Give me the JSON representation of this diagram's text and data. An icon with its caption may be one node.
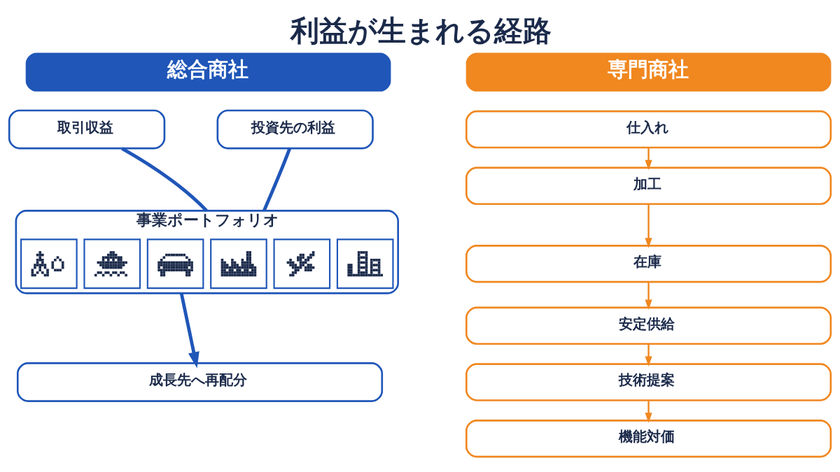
{
  "diagram": {
    "title": "利益が生まれる経路",
    "nodes": [
      {
        "text": [
          "総合商社"
        ]
      },
      {
        "text": [
          "取引収益"
        ]
      },
      {
        "text": [
          "投資先の利益"
        ]
      },
      {
        "text": [
          "事業ポートフォリオ"
        ]
      },
      {
        "text": [],
        "shape": "picture",
        "in": 3
      },
      {
        "text": [],
        "shape": "picture",
        "in": 3
      },
      {
        "text": [],
        "shape": "picture",
        "in": 3
      },
      {
        "text": [],
        "shape": "picture",
        "in": 3
      },
      {
        "text": [],
        "shape": "picture",
        "in": 3
      },
      {
        "text": [],
        "shape": "picture",
        "in": 3
      },
      {
        "text": [
          "成長先へ再配分"
        ]
      },
      {
        "text": [
          "専門商社"
        ]
      },
      {
        "text": [
          "仕入れ"
        ]
      },
      {
        "text": [
          "加工"
        ]
      },
      {
        "text": [
          "在庫"
        ]
      },
      {
        "text": [
          "安定供給"
        ]
      },
      {
        "text": [
          "技術提案"
        ]
      },
      {
        "text": [
          "機能対価"
        ]
      }
    ],
    "edges": [
      {
        "from": 1,
        "to": 3,
        "arrow": "none",
        "style": "thick",
        "color": "#1f56b8"
      },
      {
        "from": 2,
        "to": 3,
        "arrow": "none",
        "style": "thick",
        "color": "#1f56b8"
      },
      {
        "from": 3,
        "to": 10,
        "arrow": "to",
        "style": "thick",
        "color": "#1f56b8"
      },
      {
        "from": 12,
        "to": 13,
        "arrow": "to"
      },
      {
        "from": 13,
        "to": 14,
        "arrow": "to"
      },
      {
        "from": 14,
        "to": 15,
        "arrow": "to"
      },
      {
        "from": 15,
        "to": 16,
        "arrow": "to"
      },
      {
        "from": 16,
        "to": 17,
        "arrow": "to"
      }
    ]
  }
}
